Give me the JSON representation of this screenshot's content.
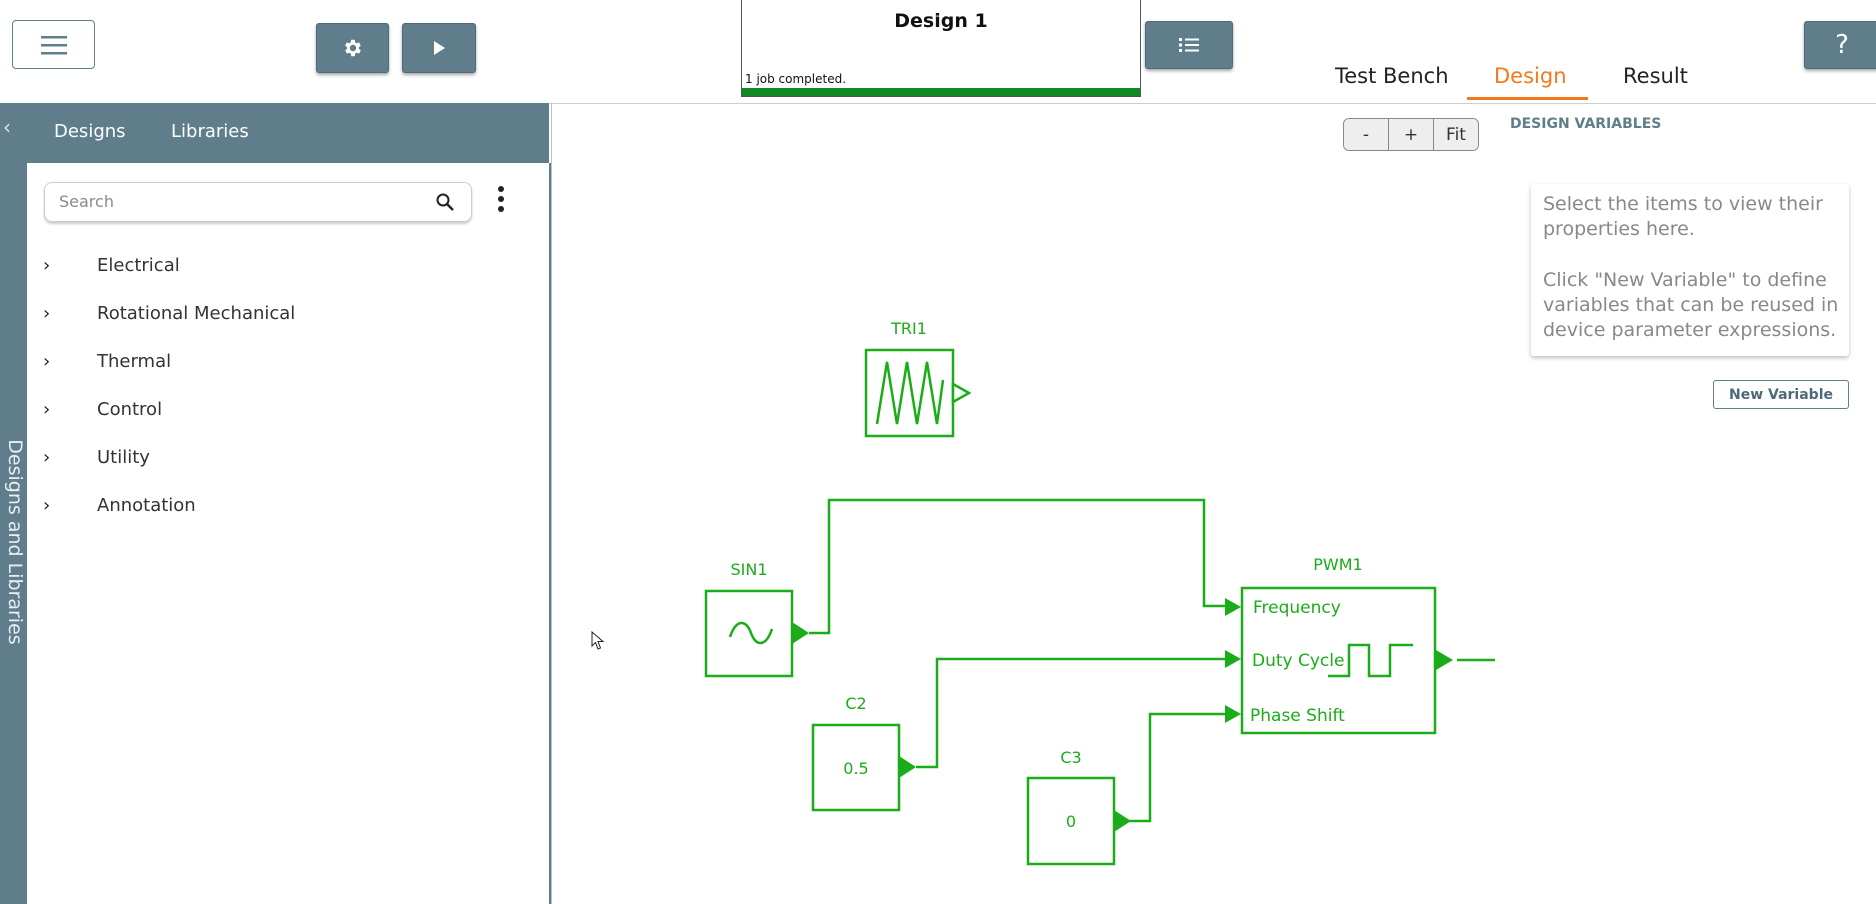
{
  "top": {
    "design_title": "Design 1",
    "job_status": "1 job completed.",
    "job_progress": 1.0,
    "help_label": "?",
    "tabs": [
      "Test Bench",
      "Design",
      "Result"
    ],
    "active_tab": "Design"
  },
  "sidebar": {
    "strip_label": "Designs and Libraries",
    "tabs": [
      "Designs",
      "Libraries"
    ],
    "search_placeholder": "Search",
    "categories": [
      "Electrical",
      "Rotational Mechanical",
      "Thermal",
      "Control",
      "Utility",
      "Annotation"
    ]
  },
  "canvas": {
    "zoom_buttons": [
      "-",
      "+",
      "Fit"
    ],
    "design_variables_title": "DESIGN VARIABLES",
    "props_line1": "Select the items to view their properties here.",
    "props_line2": "Click \"New Variable\" to define variables that can be reused in device parameter expressions.",
    "new_variable_label": "New Variable",
    "blocks": {
      "tri1": "TRI1",
      "sin1": "SIN1",
      "c2": "C2",
      "c2_value": "0.5",
      "c3": "C3",
      "c3_value": "0",
      "pwm1": "PWM1",
      "pwm_port_frequency": "Frequency",
      "pwm_port_duty": "Duty Cycle",
      "pwm_port_phase": "Phase Shift"
    },
    "wire_color": "#1aad19"
  },
  "colors": {
    "accent": "#f07a1d",
    "panel": "#607d8b",
    "progress": "#0f8a22"
  }
}
